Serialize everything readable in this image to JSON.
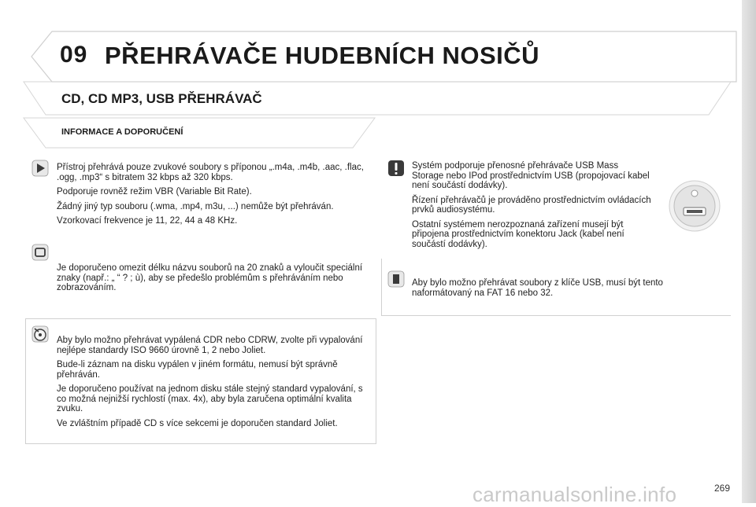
{
  "header": {
    "chapter_number": "09",
    "chapter_title": "PŘEHRÁVAČE HUDEBNÍCH NOSIČŮ"
  },
  "section": {
    "title": "CD, CD MP3, USB PŘEHRÁVAČ",
    "subtitle": "INFORMACE A DOPORUČENÍ"
  },
  "left": {
    "block1": [
      "Přístroj přehrává pouze zvukové soubory s příponou „.m4a, .m4b, .aac, .flac, .ogg, .mp3“ s bitratem 32 kbps až 320 kbps.",
      "Podporuje rovněž režim VBR (Variable Bit Rate).",
      "Žádný jiný typ souboru (.wma, .mp4, m3u, ...) nemůže být přehráván.",
      "Vzorkovací frekvence je 11, 22, 44 a 48 KHz."
    ],
    "block2": [
      "Je doporučeno omezit délku názvu souborů na 20 znaků a vyloučit speciální znaky (např.: „ “ ? ; ù), aby se předešlo problémům s přehráváním nebo zobrazováním."
    ],
    "block3": [
      "Aby bylo možno přehrávat vypálená CDR nebo CDRW, zvolte při vypalování nejlépe standardy ISO 9660 úrovně 1, 2 nebo Joliet.",
      "Bude-li záznam na disku vypálen v jiném formátu, nemusí být správně přehráván.",
      "Je doporučeno používat na jednom disku stále stejný standard vypalování, s co možná nejnižší rychlostí (max. 4x), aby byla zaručena optimální kvalita zvuku.",
      "Ve zvláštním případě CD s více sekcemi je doporučen standard Joliet."
    ]
  },
  "right": {
    "block1": [
      "Systém podporuje přenosné přehrávače USB Mass Storage nebo IPod prostřednictvím USB (propojovací kabel není součástí dodávky).",
      "Řízení přehrávačů je prováděno prostřednictvím ovládacích prvků audiosystému.",
      "Ostatní systémem nerozpoznaná zařízení musejí být připojena prostřednictvím konektoru Jack (kabel není součástí dodávky)."
    ],
    "block2": [
      "Aby bylo možno přehrávat soubory z klíče USB, musí být tento naformátovaný na FAT 16 nebo 32."
    ]
  },
  "footer": {
    "url": "carmanualsonline.info",
    "page_number": "269"
  },
  "colors": {
    "icon_dark": "#3a3a3a",
    "icon_light": "#e8e8e8",
    "line": "#cfcfcf",
    "watermark": "#c9c9c9"
  }
}
